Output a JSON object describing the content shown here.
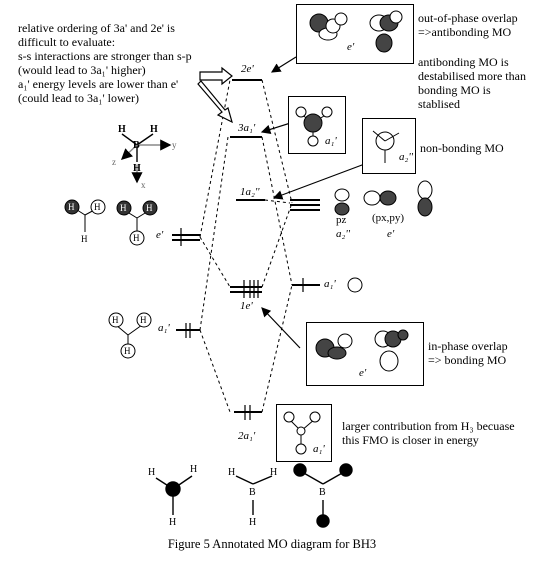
{
  "notes": {
    "top_left": [
      "relative ordering of 3a' and 2e' is",
      "difficult to evaluate:",
      "s-s interactions are stronger than s-p",
      "(would lead to 3a₁' higher)",
      "a₁' energy levels are lower than e'",
      "(could lead to 3a₁' lower)"
    ],
    "out_of_phase": [
      "out-of-phase overlap",
      "=>antibonding MO"
    ],
    "antibonding": [
      "antibonding MO is",
      "destabilised more than",
      "bonding MO is",
      "stablised"
    ],
    "non_bonding": "non-bonding MO",
    "in_phase": [
      "in-phase overlap",
      "=> bonding MO"
    ],
    "larger_contribution": [
      "larger contribution from H₃ becuase",
      "this FMO is closer in energy"
    ]
  },
  "mo_labels": {
    "e2": "2e'",
    "a3": "3a₁'",
    "a2pp": "1a₂''",
    "e1": "1e'",
    "a2": "2a₁'"
  },
  "fragment_labels": {
    "left_e": "e'",
    "left_a1": "a₁'",
    "right_pz": "pz",
    "right_pz_sym": "a₂''",
    "right_pxpy": "(px,py)",
    "right_pxpy_sym": "e'",
    "right_a1": "a₁'"
  },
  "box_labels": {
    "top_e": "e'",
    "a1_upper": "a₁'",
    "a2pp": "a₂''",
    "bottom_e": "e'",
    "a1_lower": "a₁'"
  },
  "atoms": {
    "h": "H",
    "b": "B",
    "axis_y": "y",
    "axis_z": "z",
    "axis_x": "x"
  },
  "caption": "Figure 5 Annotated MO diagram for BH3"
}
